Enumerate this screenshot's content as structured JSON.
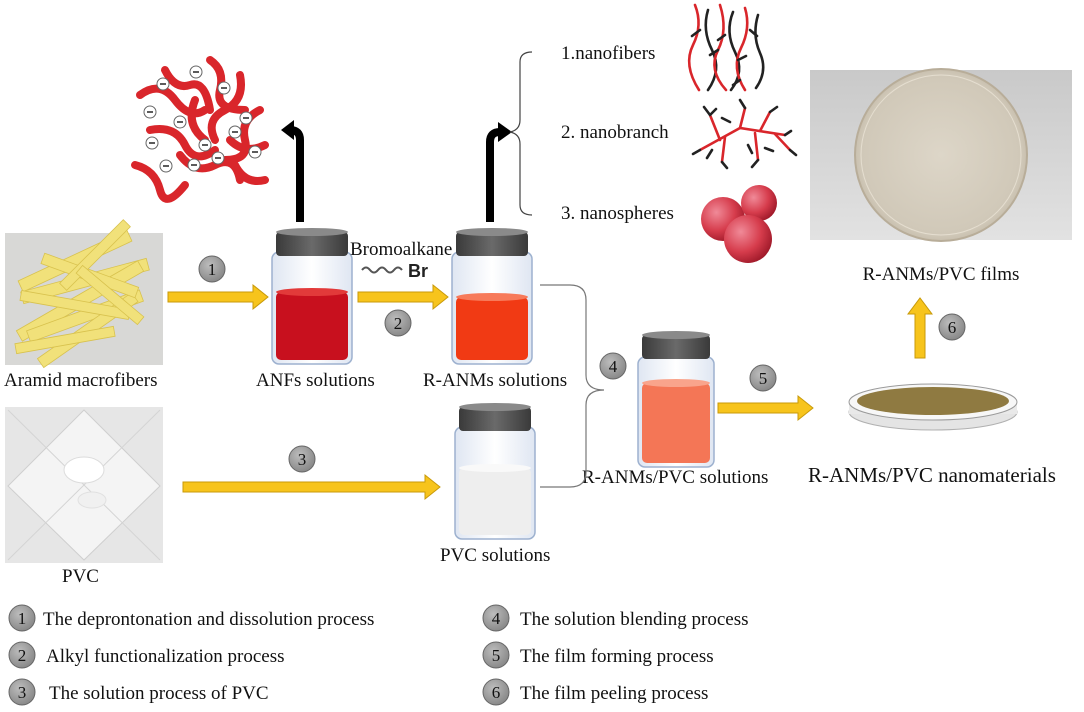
{
  "colors": {
    "arrow": "#f7c41c",
    "arrow_outline": "#c89a0a",
    "anf_solution": "#c8101e",
    "ranm_solution": "#f13a14",
    "blend_solution": "#f47656",
    "pvc_solution": "#eeeeee",
    "jar_cap": "#4a4a4a",
    "polymer": "#d9262b",
    "nanosphere": "#d63c4c",
    "circle_badge": "#8c8c8c"
  },
  "labels": {
    "aramid": "Aramid macrofibers",
    "anfs": "ANFs solutions",
    "ranms": "R-ANMs solutions",
    "pvc_raw": "PVC",
    "pvc_sol": "PVC solutions",
    "blend": "R-ANMs/PVC solutions",
    "nanomaterials": "R-ANMs/PVC nanomaterials",
    "films": "R-ANMs/PVC films",
    "bromoalkane": "Bromoalkane",
    "br": "Br"
  },
  "morphologies": [
    {
      "label": "1.nanofibers",
      "icon": "nanofibers-icon"
    },
    {
      "label": "2. nanobranch",
      "icon": "nanobranch-icon"
    },
    {
      "label": "3. nanospheres",
      "icon": "nanospheres-icon"
    }
  ],
  "steps": [
    "1",
    "2",
    "3",
    "4",
    "5",
    "6"
  ],
  "legend": [
    {
      "num": "1",
      "text": "The deprontonation and dissolution process"
    },
    {
      "num": "2",
      "text": "Alkyl functionalization process"
    },
    {
      "num": "3",
      "text": "The solution process of PVC"
    },
    {
      "num": "4",
      "text": "The solution blending process"
    },
    {
      "num": "5",
      "text": "The film forming process"
    },
    {
      "num": "6",
      "text": "The film peeling process"
    }
  ]
}
